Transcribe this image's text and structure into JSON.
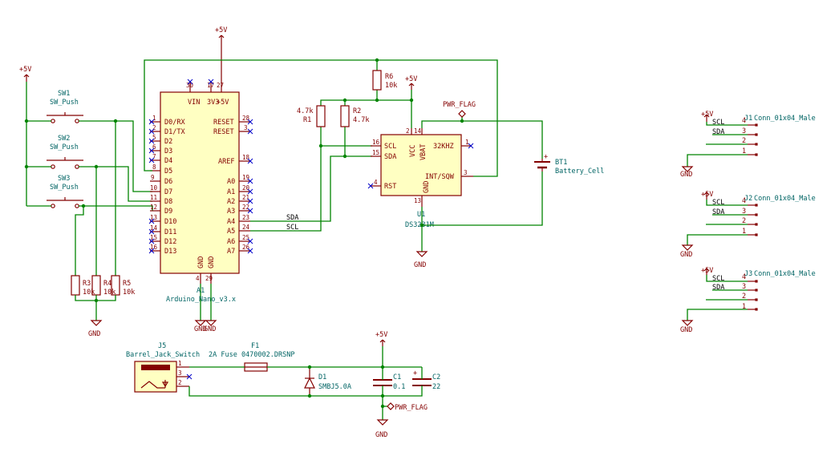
{
  "power": {
    "p5v": "+5V",
    "gnd": "GND",
    "pwr_flag": "PWR_FLAG"
  },
  "switches": [
    {
      "ref": "SW1",
      "value": "SW_Push"
    },
    {
      "ref": "SW2",
      "value": "SW_Push"
    },
    {
      "ref": "SW3",
      "value": "SW_Push"
    }
  ],
  "resistors": [
    {
      "ref": "R3",
      "value": "10k"
    },
    {
      "ref": "R4",
      "value": "10k"
    },
    {
      "ref": "R5",
      "value": "10k"
    },
    {
      "ref": "R6",
      "value": "10k"
    },
    {
      "ref": "R1",
      "value": "4.7k"
    },
    {
      "ref": "R2",
      "value": "4.7k"
    }
  ],
  "arduino": {
    "ref": "A1",
    "value": "Arduino_Nano_v3.x",
    "top_pins": [
      {
        "name": "VIN",
        "num": "30"
      },
      {
        "name": "3V3",
        "num": "17"
      },
      {
        "name": "+5V",
        "num": "27"
      }
    ],
    "left_pins": [
      {
        "name": "D0/RX",
        "num": "1"
      },
      {
        "name": "D1/TX",
        "num": "2"
      },
      {
        "name": "D2",
        "num": "5"
      },
      {
        "name": "D3",
        "num": "6"
      },
      {
        "name": "D4",
        "num": "7"
      },
      {
        "name": "D5",
        "num": "8"
      },
      {
        "name": "D6",
        "num": "9"
      },
      {
        "name": "D7",
        "num": "10"
      },
      {
        "name": "D8",
        "num": "11"
      },
      {
        "name": "D9",
        "num": "12"
      },
      {
        "name": "D10",
        "num": "13"
      },
      {
        "name": "D11",
        "num": "14"
      },
      {
        "name": "D12",
        "num": "15"
      },
      {
        "name": "D13",
        "num": "16"
      }
    ],
    "right_pins": [
      {
        "name": "RESET",
        "num": "28"
      },
      {
        "name": "RESET",
        "num": "3"
      },
      {
        "name": "AREF",
        "num": "18"
      },
      {
        "name": "A0",
        "num": "19"
      },
      {
        "name": "A1",
        "num": "20"
      },
      {
        "name": "A2",
        "num": "21"
      },
      {
        "name": "A3",
        "num": "22"
      },
      {
        "name": "A4",
        "num": "23"
      },
      {
        "name": "A5",
        "num": "24"
      },
      {
        "name": "A6",
        "num": "25"
      },
      {
        "name": "A7",
        "num": "26"
      }
    ],
    "bottom_pins": [
      {
        "name": "GND",
        "num": "4"
      },
      {
        "name": "GND",
        "num": "29"
      }
    ]
  },
  "rtc": {
    "ref": "U1",
    "value": "DS3231M",
    "pins": {
      "scl": {
        "name": "SCL",
        "num": "16"
      },
      "sda": {
        "name": "SDA",
        "num": "15"
      },
      "rst": {
        "name": "RST",
        "num": "4"
      },
      "vcc": {
        "name": "VCC",
        "num": "2"
      },
      "vbat": {
        "name": "VBAT",
        "num": "14"
      },
      "khz": {
        "name": "32KHZ",
        "num": "1"
      },
      "int": {
        "name": "INT/SQW",
        "num": "3"
      },
      "gnd": {
        "name": "GND",
        "num": "13"
      }
    }
  },
  "battery": {
    "ref": "BT1",
    "value": "Battery_Cell"
  },
  "nets": {
    "sda": "SDA",
    "scl": "SCL"
  },
  "connectors": [
    {
      "ref": "J1",
      "value": "Conn_01x04_Male",
      "labels": [
        "SCL",
        "SDA"
      ],
      "pins": [
        "4",
        "3",
        "2",
        "1"
      ]
    },
    {
      "ref": "J2",
      "value": "Conn_01x04_Male",
      "labels": [
        "SCL",
        "SDA"
      ],
      "pins": [
        "4",
        "3",
        "2",
        "1"
      ]
    },
    {
      "ref": "J3",
      "value": "Conn_01x04_Male",
      "labels": [
        "SCL",
        "SDA"
      ],
      "pins": [
        "4",
        "3",
        "2",
        "1"
      ]
    }
  ],
  "barrel": {
    "ref": "J5",
    "value": "Barrel_Jack_Switch",
    "pins": [
      "1",
      "3",
      "2"
    ]
  },
  "fuse": {
    "ref": "F1",
    "value": "2A Fuse  0470002.DRSNP"
  },
  "diode": {
    "ref": "D1",
    "value": "SMBJ5.0A"
  },
  "caps": [
    {
      "ref": "C1",
      "value": "0.1"
    },
    {
      "ref": "C2",
      "value": "22"
    }
  ],
  "colors": {
    "wire": "#008400",
    "component": "#840000",
    "fill": "#ffffc2",
    "reference": "#006464"
  }
}
